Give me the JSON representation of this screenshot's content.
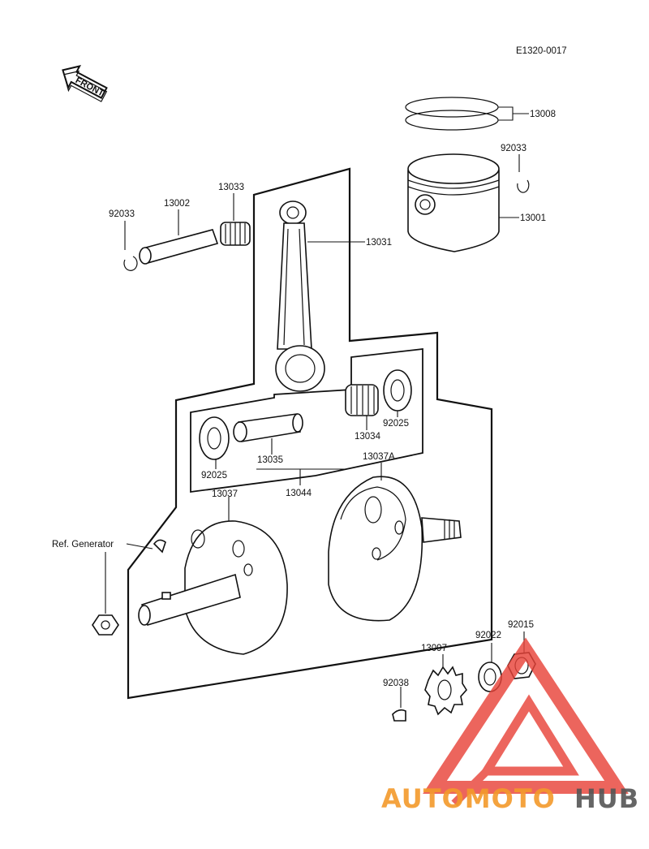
{
  "diagram_code": "E1320-0017",
  "front_label": "FRONT",
  "parts": {
    "p13008": "13008",
    "p92033_right": "92033",
    "p13001": "13001",
    "p13031": "13031",
    "p92033_left": "92033",
    "p13002": "13002",
    "p13033": "13033",
    "p13034": "13034",
    "p92025_right": "92025",
    "p13035": "13035",
    "p92025_left": "92025",
    "p13044": "13044",
    "p13037": "13037",
    "p13037A": "13037A",
    "ref_generator": "Ref. Generator",
    "p13097": "13097",
    "p92022": "92022",
    "p92015": "92015",
    "p92038": "92038"
  },
  "watermark": {
    "part1": "AUTOMOTO",
    "part2": "HUB",
    "color_accent": "#e8443a",
    "color_orange": "#f39a2b",
    "color_gray": "#555555"
  }
}
